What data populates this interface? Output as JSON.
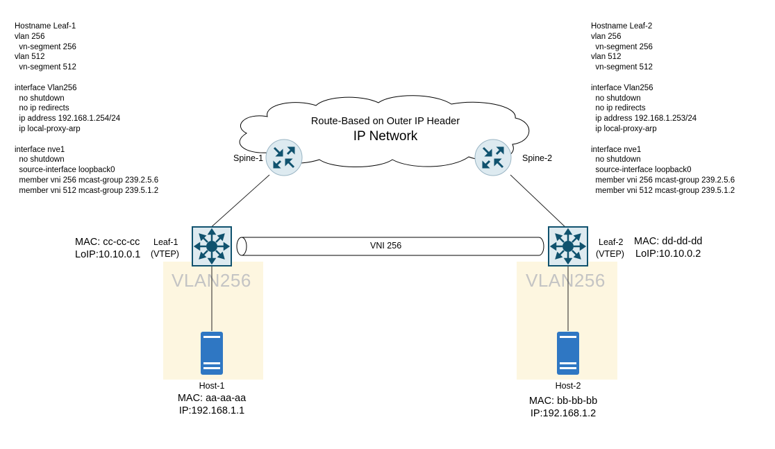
{
  "leaf1_config": [
    "Hostname Leaf-1",
    "vlan 256",
    "  vn-segment 256",
    "vlan 512",
    "  vn-segment 512",
    "",
    "interface Vlan256",
    "  no shutdown",
    "  no ip redirects",
    "  ip address 192.168.1.254/24",
    "  ip local-proxy-arp",
    "",
    "interface nve1",
    "  no shutdown",
    "  source-interface loopback0",
    "  member vni 256 mcast-group 239.2.5.6",
    "  member vni 512 mcast-group 239.5.1.2"
  ],
  "leaf2_config": [
    "Hostname Leaf-2",
    "vlan 256",
    "  vn-segment 256",
    "vlan 512",
    "  vn-segment 512",
    "",
    "interface Vlan256",
    "  no shutdown",
    "  no ip redirects",
    "  ip address 192.168.1.253/24",
    "  ip local-proxy-arp",
    "",
    "interface nve1",
    "  no shutdown",
    "  source-interface loopback0",
    "  member vni 256 mcast-group 239.2.5.6",
    "  member vni 512 mcast-group 239.5.1.2"
  ],
  "cloud": {
    "line1": "Route-Based on Outer IP Header",
    "line2": "IP Network"
  },
  "spine1": {
    "label": "Spine-1"
  },
  "spine2": {
    "label": "Spine-2"
  },
  "leaf1": {
    "name": "Leaf-1",
    "role": "(VTEP)",
    "mac": "MAC: cc-cc-cc",
    "loip": "LoIP:10.10.0.1"
  },
  "leaf2": {
    "name": "Leaf-2",
    "role": "(VTEP)",
    "mac": "MAC: dd-dd-dd",
    "loip": "LoIP:10.10.0.2"
  },
  "tunnel": {
    "label": "VNI 256"
  },
  "vlan_left": "VLAN256",
  "vlan_right": "VLAN256",
  "host1": {
    "name": "Host-1",
    "mac": "MAC: aa-aa-aa",
    "ip": "IP:192.168.1.1"
  },
  "host2": {
    "name": "Host-2",
    "mac": "MAC: bb-bb-bb",
    "ip": "IP:192.168.1.2"
  },
  "colors": {
    "device_blue": "#10526e",
    "router_fill": "#ddeaf0",
    "vlan_zone": "#fdf6e0",
    "server_blue": "#2f77c3"
  }
}
